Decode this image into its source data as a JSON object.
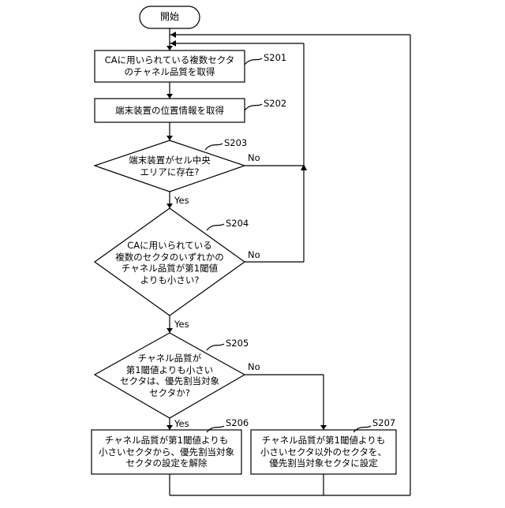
{
  "start": {
    "label": "開始"
  },
  "nodes": {
    "s201": {
      "step": "S201",
      "text": "CAに用いられている複数セクタ\nのチャネル品質を取得"
    },
    "s202": {
      "step": "S202",
      "text": "端末装置の位置情報を取得"
    },
    "s203": {
      "step": "S203",
      "text": "端末装置がセル中央\nエリアに存在?",
      "no": "No",
      "yes": "Yes"
    },
    "s204": {
      "step": "S204",
      "text": "CAに用いられている\n複数のセクタのいずれかの\nチャネル品質が第1閾値\nよりも小さい?",
      "no": "No",
      "yes": "Yes"
    },
    "s205": {
      "step": "S205",
      "text": "チャネル品質が\n第1閾値よりも小さい\nセクタは、優先割当対象\nセクタか?",
      "no": "No",
      "yes": "Yes"
    },
    "s206": {
      "step": "S206",
      "text": "チャネル品質が第1閾値よりも\n小さいセクタから、優先割当対象\nセクタの設定を解除"
    },
    "s207": {
      "step": "S207",
      "text": "チャネル品質が第1閾値よりも\n小さいセクタ以外のセクタを、\n優先割当対象セクタに設定"
    }
  }
}
